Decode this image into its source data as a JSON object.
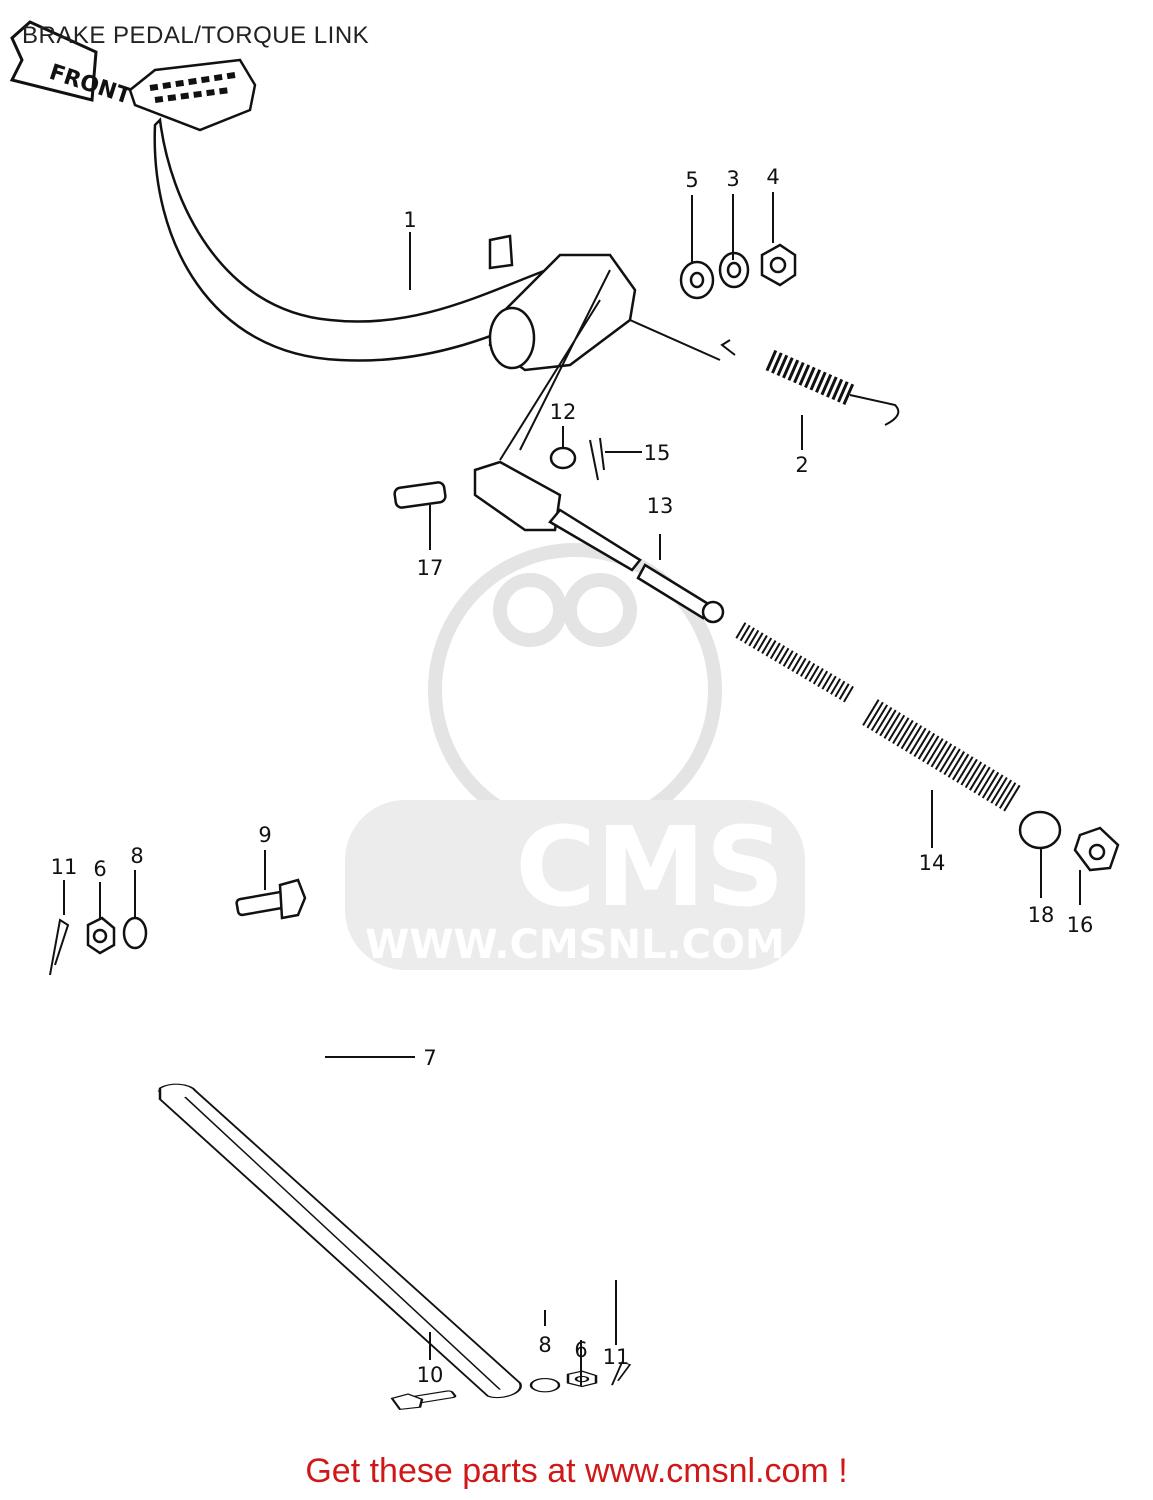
{
  "page": {
    "title": "BRAKE PEDAL/TORQUE LINK",
    "front_badge": "FRONT",
    "watermark_url": "WWW.CMSNL.COM",
    "watermark_brand": "CMS",
    "footer": "Get these parts at www.cmsnl.com !"
  },
  "callouts": [
    {
      "id": "c1",
      "text": "1"
    },
    {
      "id": "c2",
      "text": "2"
    },
    {
      "id": "c3",
      "text": "3"
    },
    {
      "id": "c4",
      "text": "4"
    },
    {
      "id": "c5",
      "text": "5"
    },
    {
      "id": "c6a",
      "text": "6"
    },
    {
      "id": "c6b",
      "text": "6"
    },
    {
      "id": "c7",
      "text": "7"
    },
    {
      "id": "c8a",
      "text": "8"
    },
    {
      "id": "c8b",
      "text": "8"
    },
    {
      "id": "c9",
      "text": "9"
    },
    {
      "id": "c10",
      "text": "10"
    },
    {
      "id": "c11a",
      "text": "11"
    },
    {
      "id": "c11b",
      "text": "11"
    },
    {
      "id": "c12",
      "text": "12"
    },
    {
      "id": "c13",
      "text": "13"
    },
    {
      "id": "c14",
      "text": "14"
    },
    {
      "id": "c15",
      "text": "15"
    },
    {
      "id": "c16",
      "text": "16"
    },
    {
      "id": "c17",
      "text": "17"
    },
    {
      "id": "c18",
      "text": "18"
    }
  ]
}
